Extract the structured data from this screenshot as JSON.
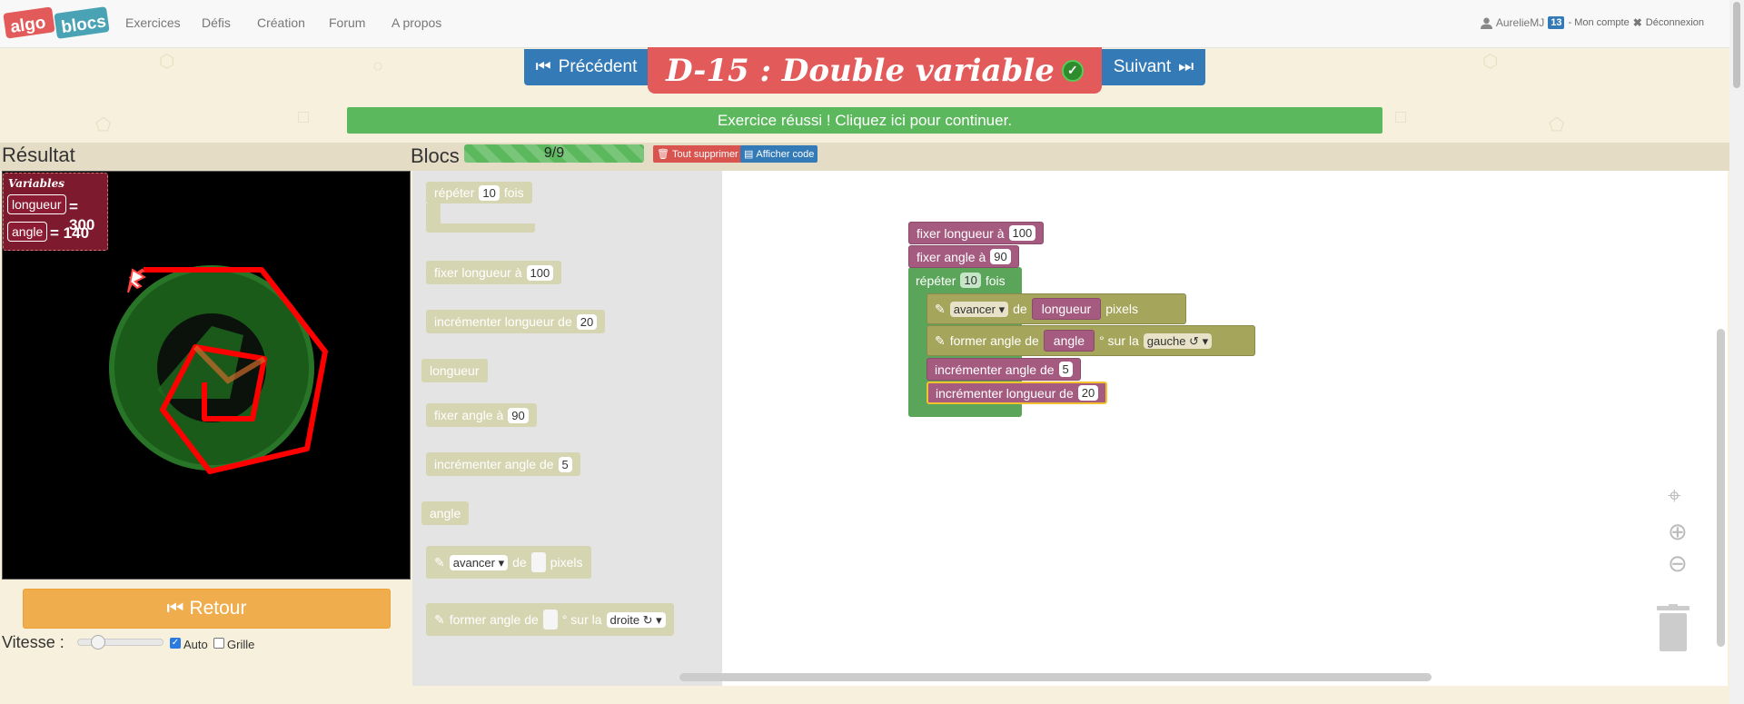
{
  "nav": {
    "logo_left": "algo",
    "logo_right": "blocs",
    "links": [
      "Exercices",
      "Défis",
      "Création",
      "Forum",
      "A propos"
    ],
    "user": "AurelieMJ",
    "user_badge": "13",
    "account": "- Mon compte",
    "logout": "Déconnexion"
  },
  "title": {
    "prev": "Précédent",
    "next": "Suivant",
    "exercise": "D-15 : Double variable",
    "success": "Exercice réussi ! Cliquez ici pour continuer."
  },
  "result": {
    "heading": "Résultat",
    "vars_title": "Variables",
    "vars": [
      {
        "name": "longueur",
        "value": "300"
      },
      {
        "name": "angle",
        "value": "140"
      }
    ],
    "retour": "Retour",
    "vitesse": "Vitesse :",
    "auto": "Auto",
    "grille": "Grille",
    "auto_checked": true,
    "grille_checked": false
  },
  "blocs": {
    "heading": "Blocs",
    "progress": "9/9",
    "progress_fraction": 1.0,
    "tout_supprimer": "Tout supprimer",
    "afficher_code": "Afficher code"
  },
  "toolbox": {
    "repeter": {
      "pre": "répéter",
      "val": "10",
      "post": "fois"
    },
    "fixer_longueur": {
      "pre": "fixer longueur à",
      "val": "100"
    },
    "incr_longueur": {
      "pre": "incrémenter longueur de",
      "val": "20"
    },
    "longueur": "longueur",
    "fixer_angle": {
      "pre": "fixer angle à",
      "val": "90"
    },
    "incr_angle": {
      "pre": "incrémenter angle de",
      "val": "5"
    },
    "angle": "angle",
    "avancer": {
      "dd": "avancer ▾",
      "mid": "de",
      "post": "pixels"
    },
    "former": {
      "pre": "former angle de",
      "mid": "° sur la",
      "dd": "droite ↻ ▾"
    }
  },
  "workspace": {
    "fixer_longueur": {
      "pre": "fixer longueur à",
      "val": "100"
    },
    "fixer_angle": {
      "pre": "fixer angle à",
      "val": "90"
    },
    "repeter": {
      "pre": "répéter",
      "val": "10",
      "post": "fois"
    },
    "avancer": {
      "dd": "avancer ▾",
      "mid": "de",
      "var": "longueur",
      "post": "pixels"
    },
    "former": {
      "pre": "former angle de",
      "var": "angle",
      "mid": "° sur la",
      "dd": "gauche ↺ ▾"
    },
    "incr_angle": {
      "pre": "incrémenter angle de",
      "val": "5"
    },
    "incr_longueur": {
      "pre": "incrémenter longueur de",
      "val": "20"
    }
  },
  "colors": {
    "variable_block": "#a55b80",
    "loop_block": "#5ba55b",
    "draw_block": "#a5a55b",
    "success": "#5cb85c",
    "title_red": "#e35a5a",
    "nav_blue": "#337ab7",
    "retour_orange": "#f0ad4e"
  }
}
